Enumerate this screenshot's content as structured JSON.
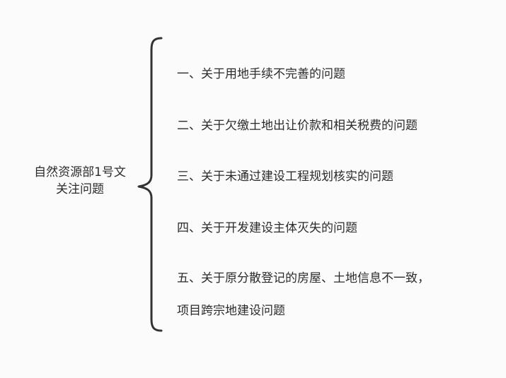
{
  "root": {
    "line1": "自然资源部1号文",
    "line2": "关注问题"
  },
  "branches": [
    {
      "text": "一、关于用地手续不完善的问题"
    },
    {
      "text": "二、关于欠缴土地出让价款和相关税费的问题"
    },
    {
      "text": "三、关于未通过建设工程规划核实的问题"
    },
    {
      "text": "四、关于开发建设主体灭失的问题"
    },
    {
      "line1": "五、关于原分散登记的房屋、土地信息不一致，",
      "line2": "项目跨宗地建设问题"
    }
  ],
  "colors": {
    "background": "#fbfbfb",
    "text": "#2b2b2b",
    "brace": "#333333"
  }
}
